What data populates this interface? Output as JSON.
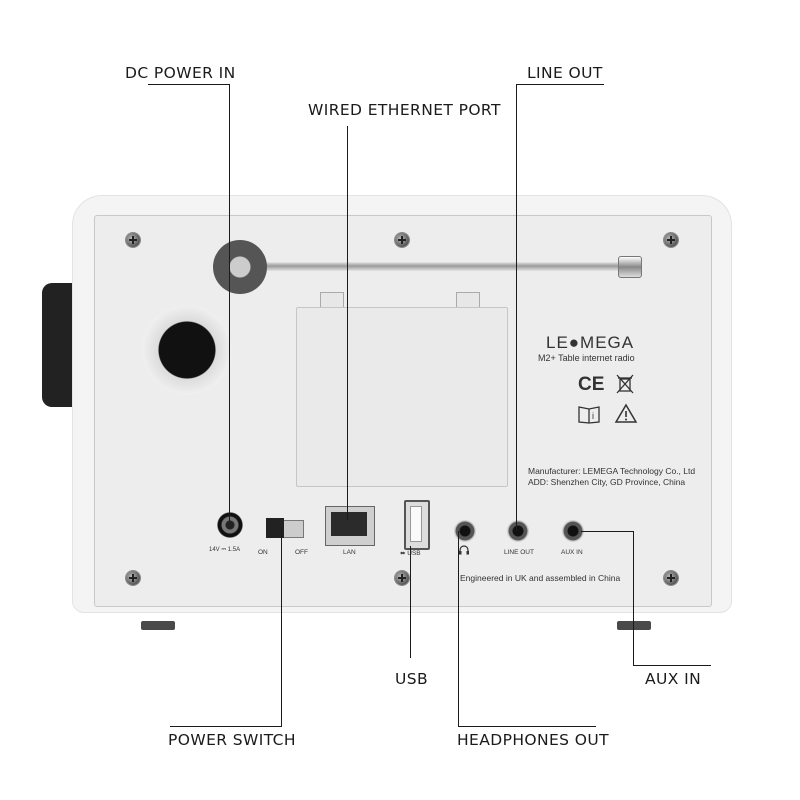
{
  "callouts": {
    "dc_power_in": "DC POWER IN",
    "wired_ethernet_port": "WIRED ETHERNET PORT",
    "line_out": "LINE OUT",
    "usb": "USB",
    "aux_in": "AUX IN",
    "power_switch": "POWER SWITCH",
    "headphones_out": "HEADPHONES OUT"
  },
  "device": {
    "brand": "LE●MEGA",
    "model": "M2+ Table internet radio",
    "manufacturer": "Manufacturer: LEMEGA Technology Co., Ltd",
    "address": "ADD: Shenzhen City, GD Province, China",
    "engineered": "Engineered in UK and assembled in China",
    "ce_mark": "CE",
    "weee_icon": "crossed-bin-icon",
    "manual_icon": "read-manual-icon",
    "warning_icon": "warning-triangle-icon"
  },
  "port_labels": {
    "dc_rating": "14V ⎓ 1.5A",
    "on": "ON",
    "off": "OFF",
    "lan": "LAN",
    "usb": "⬌ USB",
    "line_out": "LINE OUT",
    "aux_in": "AUX IN"
  },
  "colors": {
    "body": "#f4f4f4",
    "panel": "#ededed",
    "leader_line": "#1b1b1b"
  }
}
